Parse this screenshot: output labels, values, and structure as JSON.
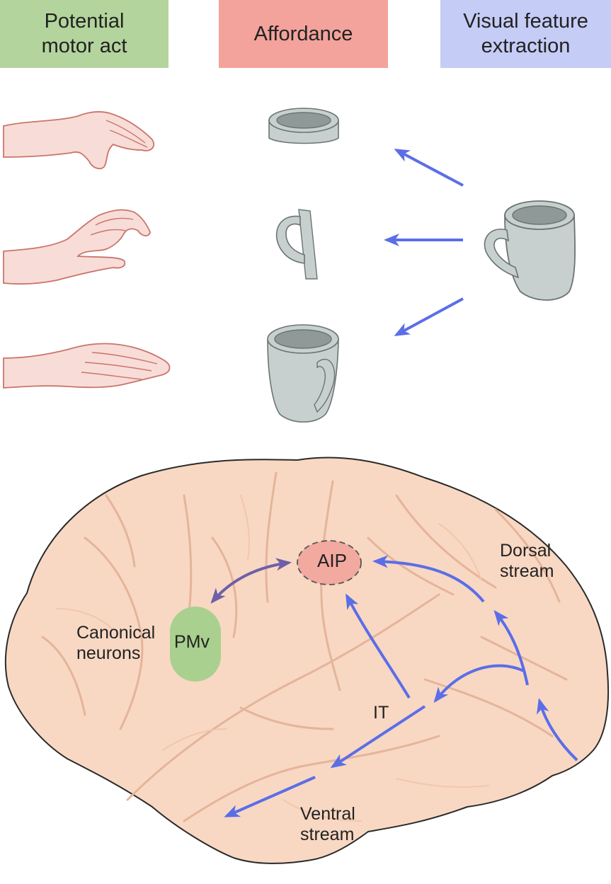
{
  "headers": {
    "potential_motor_act": "Potential\nmotor act",
    "affordance": "Affordance",
    "visual_feature_extraction": "Visual feature\nextraction"
  },
  "brain_labels": {
    "aip": "AIP",
    "pmv": "PMv",
    "canonical_neurons": "Canonical\nneurons",
    "it": "IT",
    "dorsal_stream": "Dorsal\nstream",
    "ventral_stream": "Ventral\nstream"
  },
  "colors": {
    "motor_header": "#b3d49c",
    "affordance_header": "#f3a39b",
    "visual_header": "#c5ccf6",
    "arrow_blue": "#5b6ee8",
    "arrow_purple": "#6f5fa8",
    "brain_fill": "#f8d8c3",
    "hand_fill": "#f8dcd8",
    "hand_outline": "#c9756a",
    "mug_fill": "#c7d0cf",
    "mug_outline": "#6b7473",
    "pmv_fill": "#a9d08e",
    "aip_fill": "#f2a9a0"
  }
}
